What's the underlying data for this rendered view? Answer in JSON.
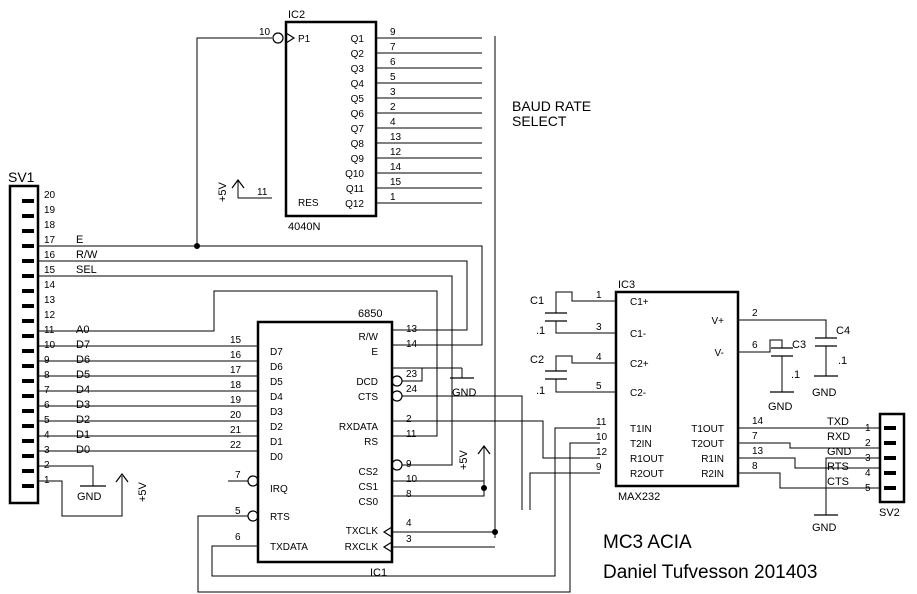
{
  "title": "MC3 ACIA",
  "author": "Daniel Tufvesson 201403",
  "baud_label": [
    "BAUD RATE",
    "SELECT"
  ],
  "sv1": {
    "name": "SV1",
    "pins": [
      "20",
      "19",
      "18",
      "17",
      "16",
      "15",
      "14",
      "13",
      "12",
      "11",
      "10",
      "9",
      "8",
      "7",
      "6",
      "5",
      "4",
      "3",
      "2",
      "1"
    ],
    "signals": [
      "",
      "",
      "",
      "E",
      "R/W",
      "SEL",
      "",
      "",
      "",
      "A0",
      "D7",
      "D6",
      "D5",
      "D4",
      "D3",
      "D2",
      "D1",
      "D0",
      "",
      ""
    ],
    "gnd": "GND",
    "vcc": "+5V"
  },
  "ic2": {
    "ref": "IC2",
    "part": "4040N",
    "p1_pin": "10",
    "p1": "P1",
    "res": "RES",
    "res_pin": "11",
    "vcc": "+5V",
    "outputs": [
      "Q1",
      "Q2",
      "Q3",
      "Q4",
      "Q5",
      "Q6",
      "Q7",
      "Q8",
      "Q9",
      "Q10",
      "Q11",
      "Q12"
    ],
    "out_pins": [
      "9",
      "7",
      "6",
      "5",
      "3",
      "2",
      "4",
      "13",
      "12",
      "14",
      "15",
      "1"
    ]
  },
  "ic1": {
    "ref": "IC1",
    "part": "6850",
    "left": [
      {
        "name": "D7",
        "pin": "15"
      },
      {
        "name": "D6",
        "pin": "16"
      },
      {
        "name": "D5",
        "pin": "17"
      },
      {
        "name": "D4",
        "pin": "18"
      },
      {
        "name": "D3",
        "pin": "19"
      },
      {
        "name": "D2",
        "pin": "20"
      },
      {
        "name": "D1",
        "pin": "21"
      },
      {
        "name": "D0",
        "pin": "22"
      },
      {
        "name": "IRQ",
        "pin": "7"
      },
      {
        "name": "RTS",
        "pin": "5"
      },
      {
        "name": "TXDATA",
        "pin": "6"
      }
    ],
    "right": [
      {
        "name": "R/W",
        "pin": "13"
      },
      {
        "name": "E",
        "pin": "14"
      },
      {
        "name": "DCD",
        "pin": "23"
      },
      {
        "name": "CTS",
        "pin": "24"
      },
      {
        "name": "RXDATA",
        "pin": "2"
      },
      {
        "name": "RS",
        "pin": "11"
      },
      {
        "name": "CS2",
        "pin": "9"
      },
      {
        "name": "CS1",
        "pin": "10"
      },
      {
        "name": "CS0",
        "pin": "8"
      },
      {
        "name": "TXCLK",
        "pin": "4"
      },
      {
        "name": "RXCLK",
        "pin": "3"
      }
    ],
    "gnd": "GND",
    "vcc": "+5V"
  },
  "ic3": {
    "ref": "IC3",
    "part": "MAX232",
    "left": [
      {
        "name": "C1+",
        "pin": "1"
      },
      {
        "name": "C1-",
        "pin": "3"
      },
      {
        "name": "C2+",
        "pin": "4"
      },
      {
        "name": "C2-",
        "pin": "5"
      },
      {
        "name": "T1IN",
        "pin": "11"
      },
      {
        "name": "T2IN",
        "pin": "10"
      },
      {
        "name": "R1OUT",
        "pin": "12"
      },
      {
        "name": "R2OUT",
        "pin": "9"
      }
    ],
    "right": [
      {
        "name": "V+",
        "pin": "2"
      },
      {
        "name": "V-",
        "pin": "6"
      },
      {
        "name": "T1OUT",
        "pin": "14"
      },
      {
        "name": "T2OUT",
        "pin": "7"
      },
      {
        "name": "R1IN",
        "pin": "13"
      },
      {
        "name": "R2IN",
        "pin": "8"
      }
    ]
  },
  "caps": [
    {
      "ref": "C1",
      "value": ".1"
    },
    {
      "ref": "C2",
      "value": ".1"
    },
    {
      "ref": "C3",
      "value": ".1"
    },
    {
      "ref": "C4",
      "value": ".1"
    }
  ],
  "gnd_label": "GND",
  "sv2": {
    "name": "SV2",
    "pins": [
      "1",
      "2",
      "3",
      "4",
      "5"
    ],
    "signals": [
      "TXD",
      "RXD",
      "GND",
      "RTS",
      "CTS"
    ]
  }
}
